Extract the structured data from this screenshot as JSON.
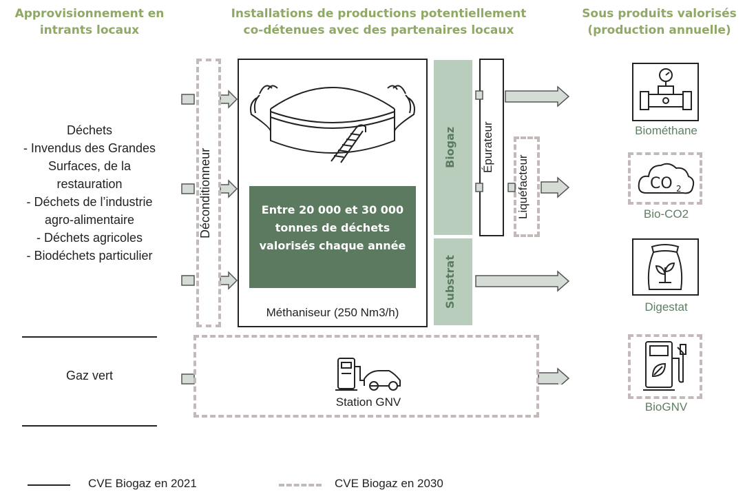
{
  "headers": {
    "left": "Approvisionnement en intrants locaux",
    "middle_line1": "Installations de productions potentiellement",
    "middle_line2": "co-détenues avec des partenaires locaux",
    "right_line1": "Sous produits valorisés",
    "right_line2": "(production annuelle)"
  },
  "left_list": {
    "title": "Déchets",
    "items": [
      "-   Invendus des Grandes",
      "Surfaces, de la",
      "restauration",
      "-   Déchets de l’industrie",
      "agro-alimentaire",
      "-   Déchets agricoles",
      "-   Biodéchets particulier"
    ]
  },
  "gaz_vert": "Gaz vert",
  "deconditionneur": "Déconditionneur",
  "methaniseur": {
    "label": "Méthaniseur (250 Nm3/h)",
    "highlight": "Entre 20 000 et 30 000 tonnes de déchets valorisés chaque année"
  },
  "biogaz": "Biogaz",
  "substrat": "Substrat",
  "epurateur": "Épurateur",
  "liquefacteur": "Liquéfacteur",
  "station": "Station GNV",
  "outputs": [
    "Biométhane",
    "Bio-CO2",
    "Digestat",
    "BioGNV"
  ],
  "legend": {
    "solid": "CVE Biogaz en 2021",
    "dashed": "CVE Biogaz en 2030"
  },
  "colors": {
    "header_green": "#8fa866",
    "dark_green": "#5b7a60",
    "light_green": "#b8cdbc",
    "dashed_gray": "#c4b9b9"
  }
}
